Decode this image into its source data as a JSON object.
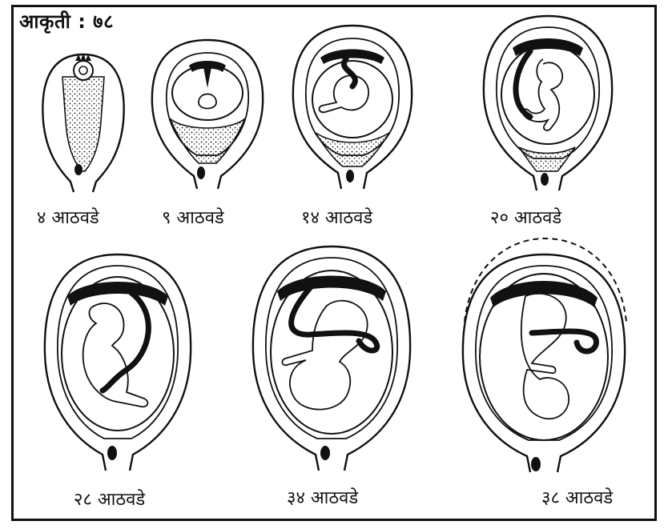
{
  "figure": {
    "title": "आकृती : ७८"
  },
  "stages": [
    {
      "id": "week-4",
      "label": "४ आठवडे"
    },
    {
      "id": "week-9",
      "label": "९ आठवडे"
    },
    {
      "id": "week-14",
      "label": "१४ आठवडे"
    },
    {
      "id": "week-20",
      "label": "२० आठवडे"
    },
    {
      "id": "week-28",
      "label": "२८ आठवडे"
    },
    {
      "id": "week-34",
      "label": "३४ आठवडे"
    },
    {
      "id": "week-38",
      "label": "३८ आठवडे"
    }
  ],
  "colors": {
    "ink": "#111111",
    "paper": "#ffffff"
  }
}
